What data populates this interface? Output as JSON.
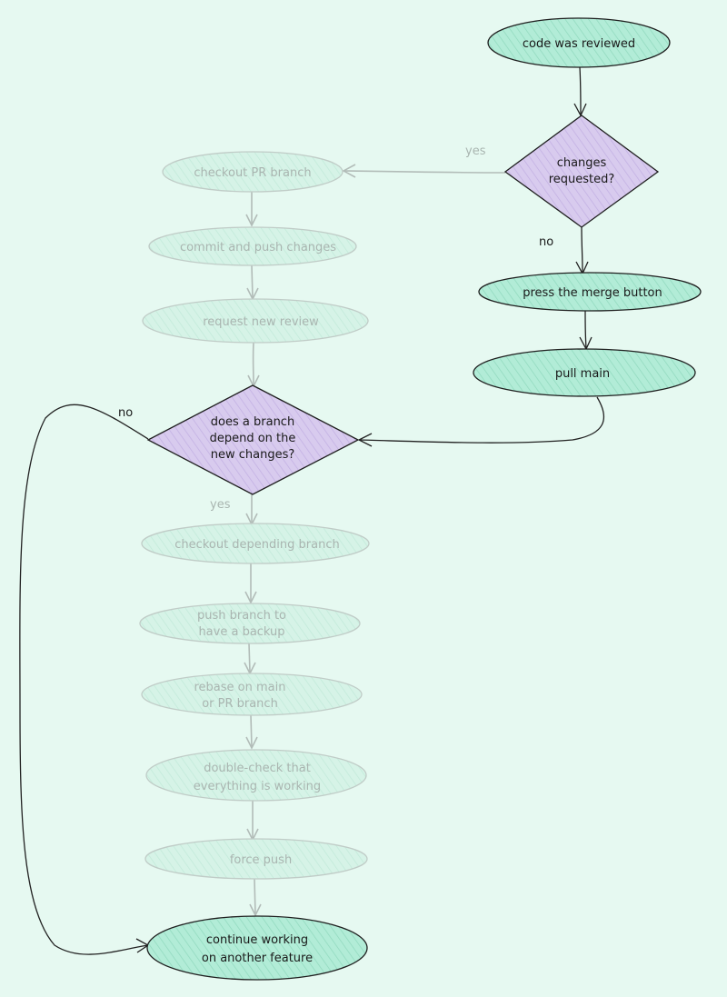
{
  "colors": {
    "background": "#e6f9f1",
    "node_active_fill": "#b2ecd7",
    "node_faded_fill": "#d3f1e4",
    "decision_fill": "#d4c5ec",
    "stroke_dark": "#222222",
    "stroke_faded": "#b2bcb8"
  },
  "nodes": {
    "code_reviewed": "code was reviewed",
    "changes_requested_1": "changes",
    "changes_requested_2": "requested?",
    "merge": "press the merge button",
    "pull_main": "pull main",
    "checkout_pr": "checkout PR branch",
    "commit_push": "commit and push changes",
    "request_review": "request new review",
    "depends_1": "does a branch",
    "depends_2": "depend on the",
    "depends_3": "new changes?",
    "checkout_depending": "checkout depending branch",
    "push_backup_1": "push branch to",
    "push_backup_2": "have a backup",
    "rebase_1": "rebase on main",
    "rebase_2": "or PR branch",
    "double_check_1": "double-check that",
    "double_check_2": "everything is working",
    "force_push": "force push",
    "continue_1": "continue working",
    "continue_2": "on another feature"
  },
  "edge_labels": {
    "yes_changes": "yes",
    "no_changes": "no",
    "no_depends": "no",
    "yes_depends": "yes"
  }
}
